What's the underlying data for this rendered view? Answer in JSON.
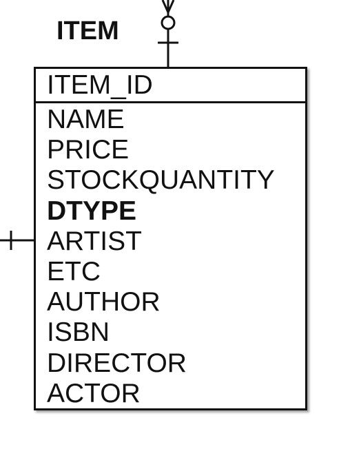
{
  "entity": {
    "title": "ITEM",
    "primary_key": "ITEM_ID",
    "attributes": [
      {
        "label": "NAME",
        "bold": false
      },
      {
        "label": "PRICE",
        "bold": false
      },
      {
        "label": "STOCKQUANTITY",
        "bold": false
      },
      {
        "label": "DTYPE",
        "bold": true
      },
      {
        "label": "ARTIST",
        "bold": false
      },
      {
        "label": "ETC",
        "bold": false
      },
      {
        "label": "AUTHOR",
        "bold": false
      },
      {
        "label": "ISBN",
        "bold": false
      },
      {
        "label": "DIRECTOR",
        "bold": false
      },
      {
        "label": "ACTOR",
        "bold": false
      }
    ]
  },
  "relationships": [
    {
      "name": "top-relationship",
      "notation": "zero-or-many-to-one"
    },
    {
      "name": "left-relationship",
      "notation": "one"
    }
  ],
  "colors": {
    "line": "#111111",
    "background": "#ffffff"
  }
}
